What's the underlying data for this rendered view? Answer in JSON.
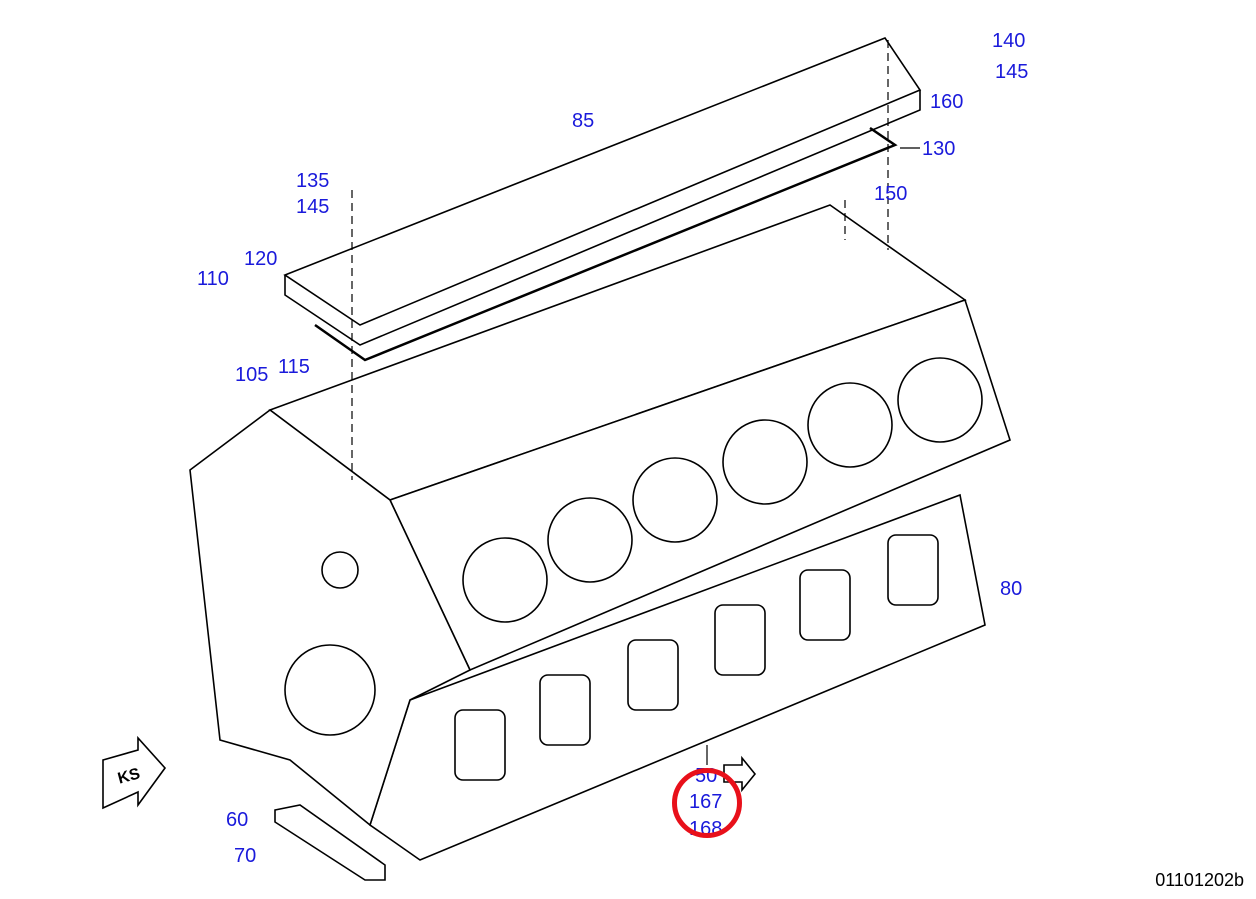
{
  "diagram": {
    "document_id": "01101202b",
    "direction_marker": "KS",
    "highlight_color": "#e8101a",
    "label_color": "#1a1adb",
    "highlighted_part": "167",
    "part_labels": [
      "140",
      "145",
      "160",
      "85",
      "130",
      "135",
      "145",
      "150",
      "120",
      "110",
      "105",
      "115",
      "80",
      "60",
      "70",
      "50",
      "167",
      "168"
    ]
  }
}
